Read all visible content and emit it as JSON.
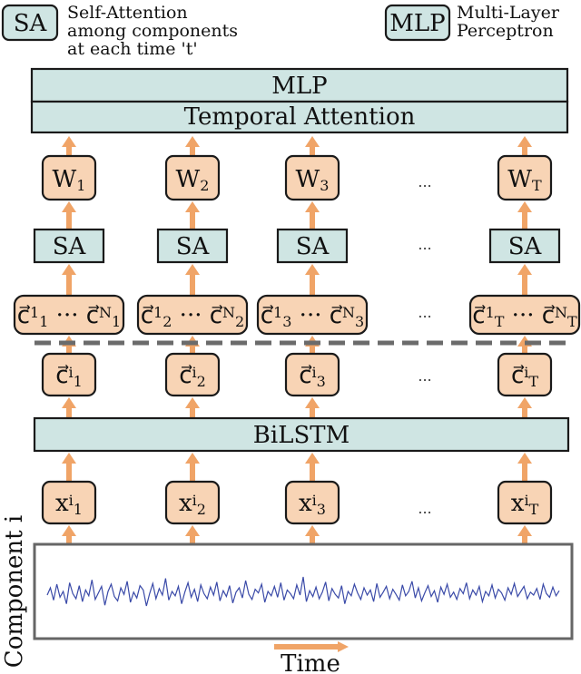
{
  "legend": {
    "sa": {
      "abbr": "SA",
      "lines": [
        "Self-Attention",
        "among components",
        "at each time 't'"
      ]
    },
    "mlp": {
      "abbr": "MLP",
      "lines": [
        "Multi-Layer",
        "Perceptron"
      ]
    }
  },
  "top_blocks": {
    "mlp": "MLP",
    "temporal": "Temporal Attention"
  },
  "weights": [
    {
      "base": "W",
      "sub": "1"
    },
    {
      "base": "W",
      "sub": "2"
    },
    {
      "base": "W",
      "sub": "3"
    },
    {
      "base": "W",
      "sub": "T"
    }
  ],
  "sa_label": "SA",
  "ellipsis": "...",
  "components": [
    {
      "sub": "1"
    },
    {
      "sub": "2"
    },
    {
      "sub": "3"
    },
    {
      "sub": "T"
    }
  ],
  "component_glyph": {
    "vec": "c⃗",
    "first": "1",
    "last": "N",
    "mid": "···"
  },
  "component_i": [
    {
      "sup": "i",
      "sub": "1"
    },
    {
      "sup": "i",
      "sub": "2"
    },
    {
      "sup": "i",
      "sub": "3"
    },
    {
      "sup": "i",
      "sub": "T"
    }
  ],
  "bilstm": "BiLSTM",
  "inputs": [
    {
      "base": "x",
      "sup": "i",
      "sub": "1"
    },
    {
      "base": "x",
      "sup": "i",
      "sub": "2"
    },
    {
      "base": "x",
      "sup": "i",
      "sub": "3"
    },
    {
      "base": "x",
      "sup": "i",
      "sub": "T"
    }
  ],
  "ylabel": "Component i",
  "xlabel": "Time",
  "colors": {
    "teal": "#cfe5e3",
    "peach": "#f8d4b5",
    "arrow": "#f0a467",
    "signal": "#3a4aa8",
    "dashes": "#6b6b6b"
  },
  "signal": [
    0.45,
    0.55,
    0.38,
    0.6,
    0.42,
    0.5,
    0.33,
    0.62,
    0.47,
    0.4,
    0.58,
    0.36,
    0.52,
    0.44,
    0.66,
    0.39,
    0.48,
    0.57,
    0.31,
    0.5,
    0.6,
    0.43,
    0.37,
    0.55,
    0.46,
    0.64,
    0.35,
    0.49,
    0.41,
    0.58,
    0.52,
    0.3,
    0.47,
    0.61,
    0.4,
    0.54,
    0.45,
    0.68,
    0.38,
    0.5,
    0.44,
    0.57,
    0.33,
    0.49,
    0.62,
    0.42,
    0.53,
    0.36,
    0.59,
    0.47,
    0.4,
    0.56,
    0.45,
    0.63,
    0.37,
    0.51,
    0.43,
    0.58,
    0.34,
    0.49,
    0.55,
    0.41,
    0.65,
    0.46,
    0.39,
    0.53,
    0.48,
    0.6,
    0.35,
    0.5,
    0.44,
    0.57,
    0.42,
    0.62,
    0.38,
    0.52,
    0.47,
    0.4,
    0.59,
    0.45,
    0.7,
    0.36,
    0.51,
    0.43,
    0.56,
    0.4,
    0.49,
    0.63,
    0.37,
    0.54,
    0.46,
    0.41,
    0.58,
    0.33,
    0.5,
    0.44,
    0.6,
    0.48,
    0.39,
    0.55,
    0.45,
    0.52,
    0.36,
    0.61,
    0.42,
    0.49,
    0.57,
    0.4,
    0.53,
    0.46,
    0.38,
    0.59,
    0.44,
    0.5,
    0.64,
    0.41,
    0.55,
    0.37,
    0.48,
    0.58,
    0.43,
    0.51,
    0.35,
    0.56,
    0.46,
    0.6,
    0.42,
    0.49,
    0.39,
    0.54,
    0.47,
    0.62,
    0.4,
    0.52,
    0.45,
    0.57,
    0.36,
    0.5,
    0.44,
    0.59,
    0.41,
    0.53,
    0.48,
    0.38,
    0.55,
    0.46,
    0.61,
    0.43,
    0.5,
    0.57,
    0.4,
    0.49,
    0.45,
    0.54,
    0.39,
    0.6,
    0.47,
    0.42,
    0.56,
    0.44,
    0.51
  ]
}
